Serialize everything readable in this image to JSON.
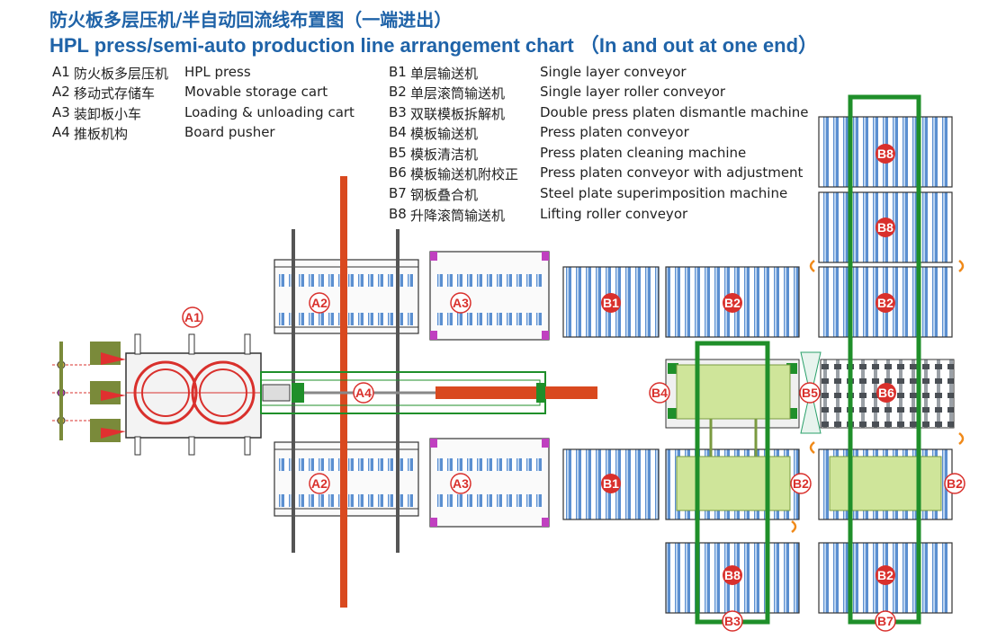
{
  "title_cn": "防火板多层压机/半自动回流线布置图（一端进出）",
  "title_en": "HPL press/semi-auto production line arrangement chart （In and out at one end）",
  "legend_left": [
    {
      "code": "A1",
      "cn": "防火板多层压机",
      "en": "HPL press"
    },
    {
      "code": "A2",
      "cn": "移动式存储车",
      "en": "Movable storage cart"
    },
    {
      "code": "A3",
      "cn": "装卸板小车",
      "en": "Loading & unloading cart"
    },
    {
      "code": "A4",
      "cn": "推板机构",
      "en": "Board pusher"
    }
  ],
  "legend_right": [
    {
      "code": "B1",
      "cn": "单层输送机",
      "en": "Single layer conveyor"
    },
    {
      "code": "B2",
      "cn": "单层滚筒输送机",
      "en": "Single layer roller conveyor"
    },
    {
      "code": "B3",
      "cn": "双联模板拆解机",
      "en": "Double press platen dismantle machine"
    },
    {
      "code": "B4",
      "cn": "模板输送机",
      "en": "Press platen conveyor"
    },
    {
      "code": "B5",
      "cn": "模板清洁机",
      "en": "Press platen cleaning machine"
    },
    {
      "code": "B6",
      "cn": "模板输送机附校正",
      "en": "Press platen conveyor with adjustment"
    },
    {
      "code": "B7",
      "cn": "钢板叠合机",
      "en": "Steel plate superimposition machine"
    },
    {
      "code": "B8",
      "cn": "升降滚筒输送机",
      "en": "Lifting roller conveyor"
    }
  ],
  "labels": {
    "a1": "A1",
    "a2": "A2",
    "a3": "A3",
    "a4": "A4",
    "b1": "B1",
    "b2": "B2",
    "b3": "B3",
    "b4": "B4",
    "b5": "B5",
    "b6": "B6",
    "b7": "B7",
    "b8": "B8"
  },
  "colors": {
    "title": "#1f63a8",
    "label": "#d9302c",
    "red_rail": "#d9491f",
    "green_frame": "#1f8f2a",
    "roller_blue": "#5b8fd0",
    "plate_green": "#cfe59a"
  }
}
